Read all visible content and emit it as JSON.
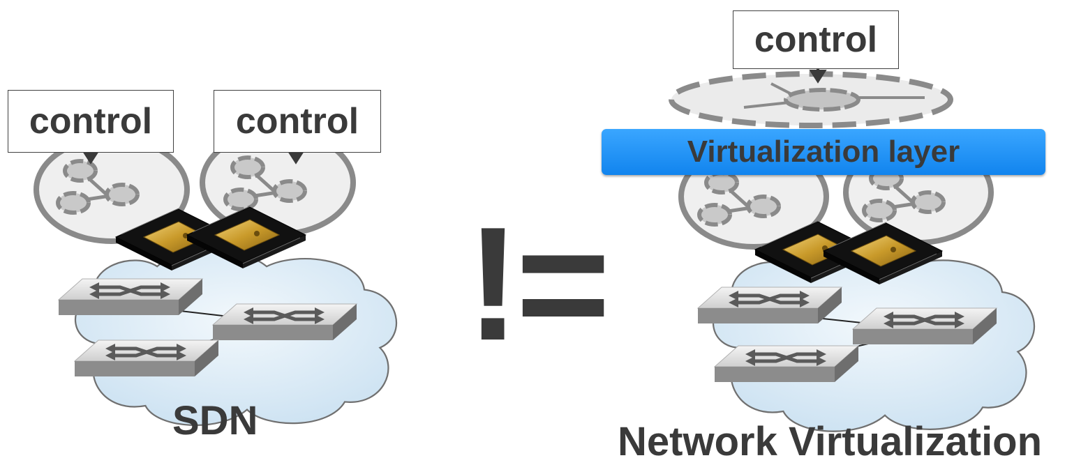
{
  "left_panel": {
    "control_label_1": "control",
    "control_label_2": "control",
    "caption": "SDN"
  },
  "operator": "!=",
  "right_panel": {
    "control_label": "control",
    "virtualization_layer_label": "Virtualization layer",
    "caption": "Network Virtualization"
  },
  "colors": {
    "virtualization_layer": "#1a8cf5",
    "text": "#3a3a3a",
    "cloud_fill": "#d6e8f4",
    "chip_gold": "#c9a235"
  },
  "icons": [
    "cloud-icon",
    "switch-icon",
    "controller-chip-icon",
    "virtual-network-icon"
  ]
}
